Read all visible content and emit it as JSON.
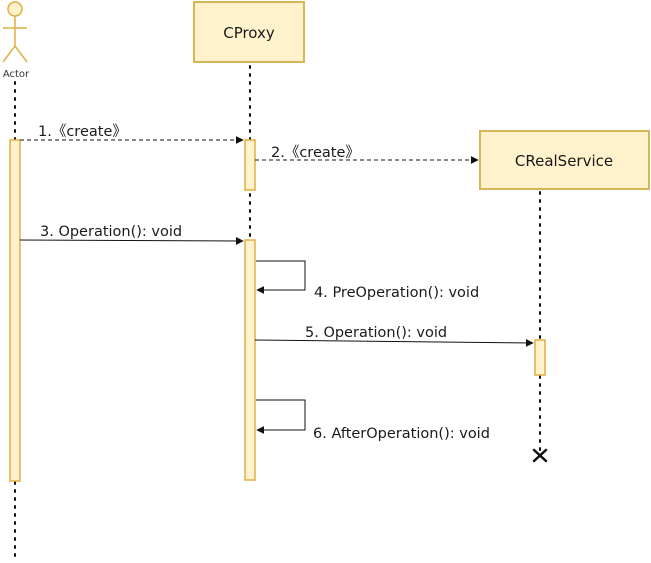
{
  "colors": {
    "participant_fill": "#fff2cc",
    "participant_stroke": "#d6b656",
    "activation_fill": "#fff2cc",
    "activation_stroke": "#e0b040",
    "line": "#111111"
  },
  "participants": {
    "actor": {
      "label": "Actor",
      "icon": "stick-figure-icon"
    },
    "proxy": {
      "label": "CProxy"
    },
    "real_service": {
      "label": "CRealService"
    }
  },
  "messages": {
    "m1": {
      "label": "1.《create》",
      "style": "dashed"
    },
    "m2": {
      "label": "2.《create》",
      "style": "dashed"
    },
    "m3": {
      "label": "3. Operation(): void",
      "style": "solid"
    },
    "m4": {
      "label": "4. PreOperation(): void",
      "style": "self"
    },
    "m5": {
      "label": "5. Operation(): void",
      "style": "solid"
    },
    "m6": {
      "label": "6. AfterOperation(): void",
      "style": "self"
    }
  },
  "destroy_marker": {
    "icon": "destroy-x-icon"
  }
}
